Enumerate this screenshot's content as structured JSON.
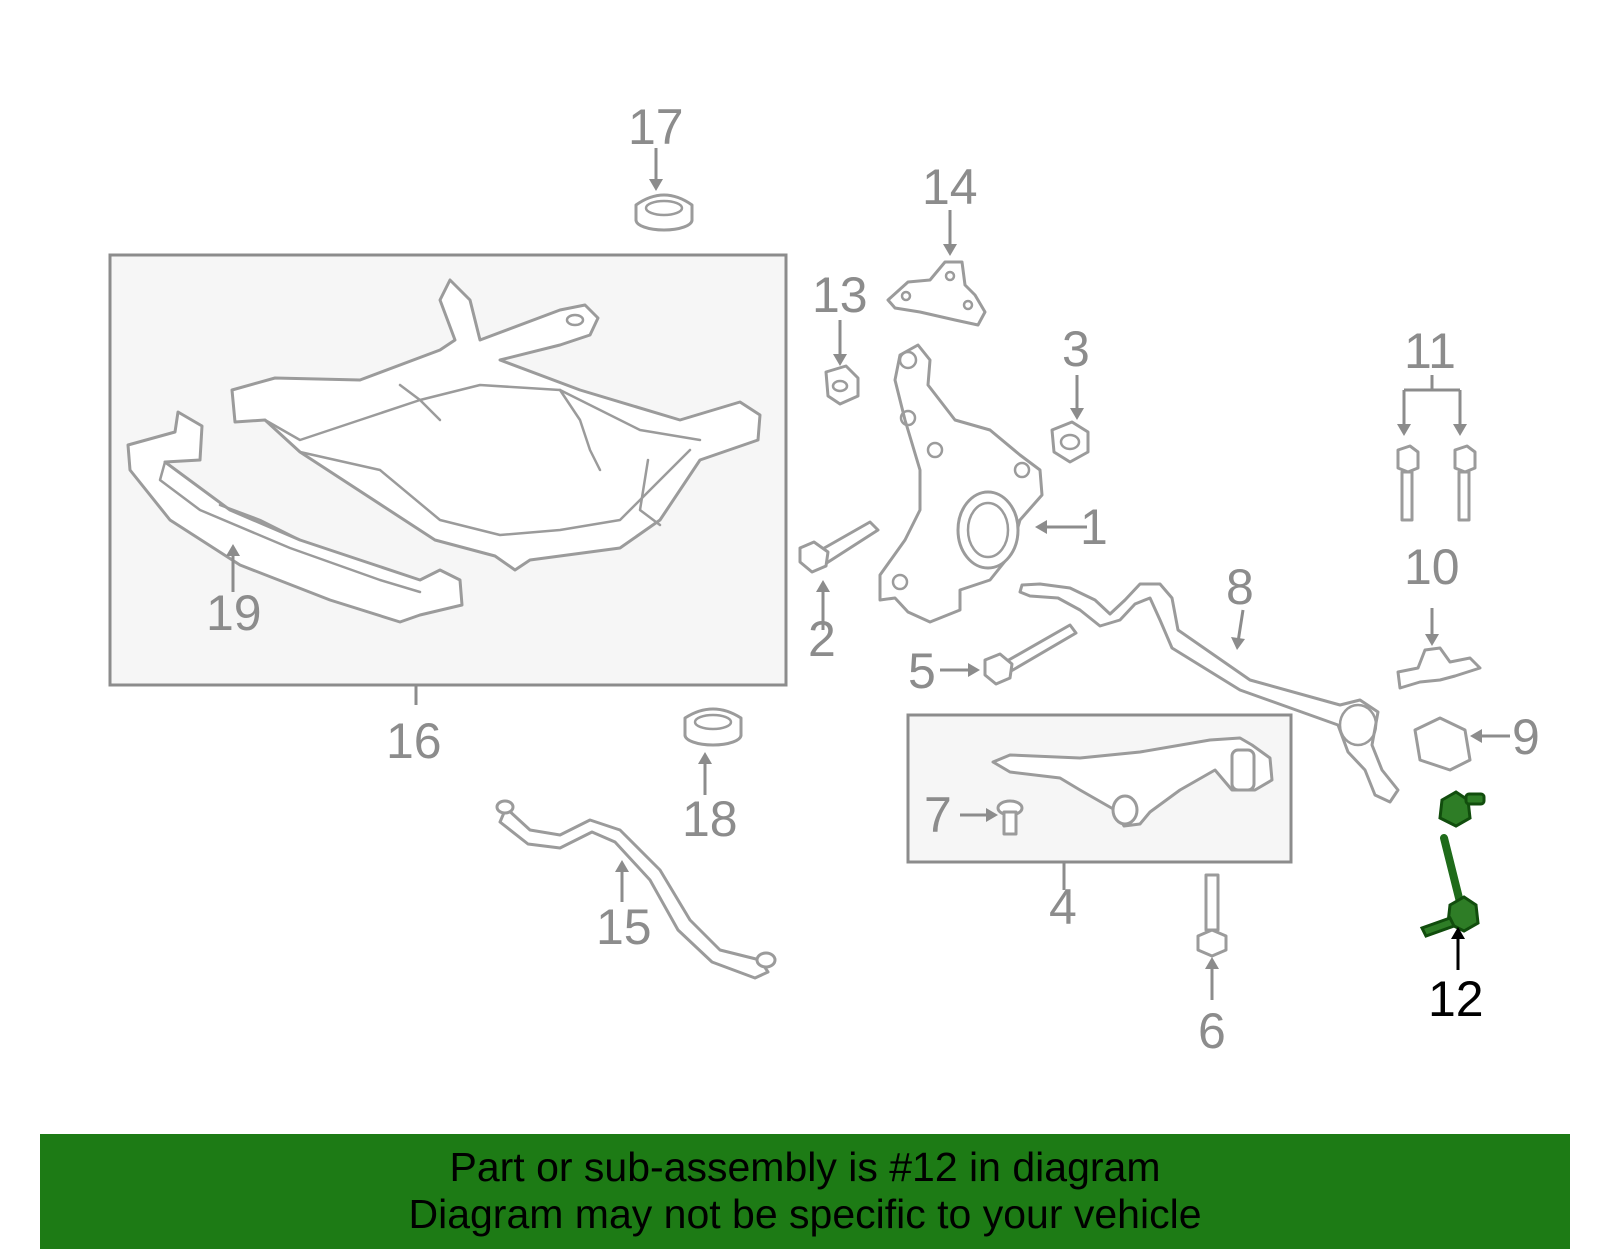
{
  "banner": {
    "line1": "Part or sub-assembly is #12 in diagram",
    "line2": "Diagram may not be specific to your vehicle",
    "background_color": "#1d7b15"
  },
  "highlight": {
    "part_number": "12",
    "color": "#1f6b1a"
  },
  "callouts": {
    "c1": "1",
    "c2": "2",
    "c3": "3",
    "c4": "4",
    "c5": "5",
    "c6": "6",
    "c7": "7",
    "c8": "8",
    "c9": "9",
    "c10": "10",
    "c11": "11",
    "c12": "12",
    "c13": "13",
    "c14": "14",
    "c15": "15",
    "c16": "16",
    "c17": "17",
    "c18": "18",
    "c19": "19"
  }
}
